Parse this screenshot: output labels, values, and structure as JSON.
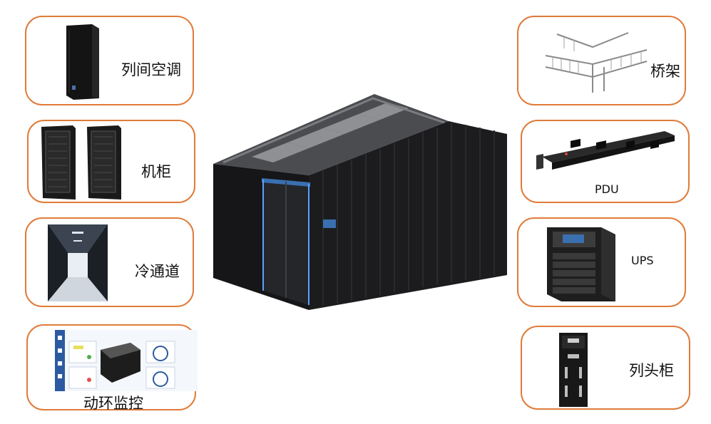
{
  "left_items": [
    {
      "label": "列间空调",
      "icon": "in-row-air-conditioner-icon"
    },
    {
      "label": "机柜",
      "icon": "server-cabinet-icon"
    },
    {
      "label": "冷通道",
      "icon": "cold-aisle-icon"
    },
    {
      "label": "动环监控",
      "icon": "environment-monitoring-icon"
    }
  ],
  "right_items": [
    {
      "label": "桥架",
      "icon": "cable-tray-icon"
    },
    {
      "label": "PDU",
      "icon": "pdu-icon"
    },
    {
      "label": "UPS",
      "icon": "ups-icon"
    },
    {
      "label": "列头柜",
      "icon": "power-distribution-cabinet-icon"
    }
  ],
  "colors": {
    "card_border": "#e07b39",
    "cabinet": "#1e1e20",
    "screen": "#3a6fb0"
  }
}
